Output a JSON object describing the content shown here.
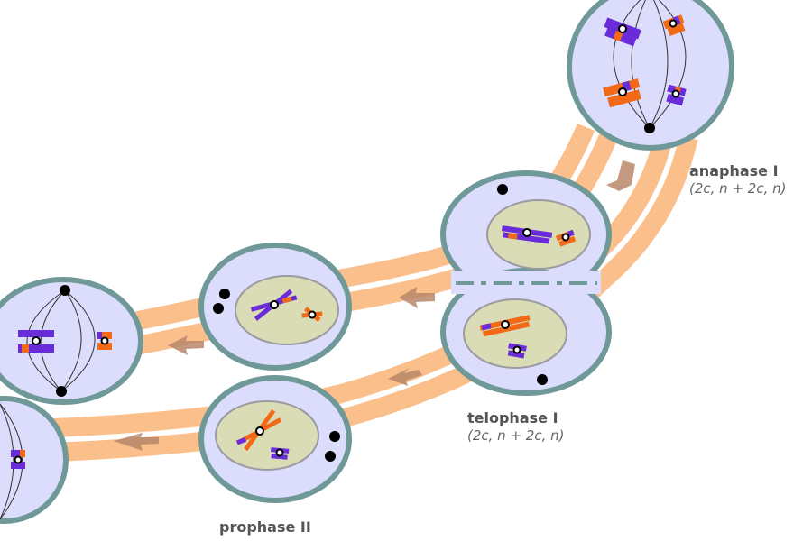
{
  "labels": {
    "anaphase_i": {
      "name": "anaphase I",
      "content": "(2c, n + 2c, n)"
    },
    "telophase_i": {
      "name": "telophase I",
      "content": "(2c, n + 2c, n)"
    },
    "prophase_ii": {
      "name": "prophase II"
    }
  },
  "colors": {
    "background": "#ffffff",
    "membrane": "#6f9898",
    "cytoplasm": "#dcdcfc",
    "nucleus": "#d9dcb4",
    "nucleus_border": "#9a9aa0",
    "pathway": "#fbbf8c",
    "arrow": "#b8876a",
    "chromosome_purple": "#6a2bd8",
    "chromosome_orange": "#f26a18",
    "centriole": "#000000",
    "spindle": "#333333"
  },
  "icons": [
    "process-arrow",
    "cell",
    "nucleus",
    "chromosome",
    "centriole",
    "spindle-fiber"
  ]
}
